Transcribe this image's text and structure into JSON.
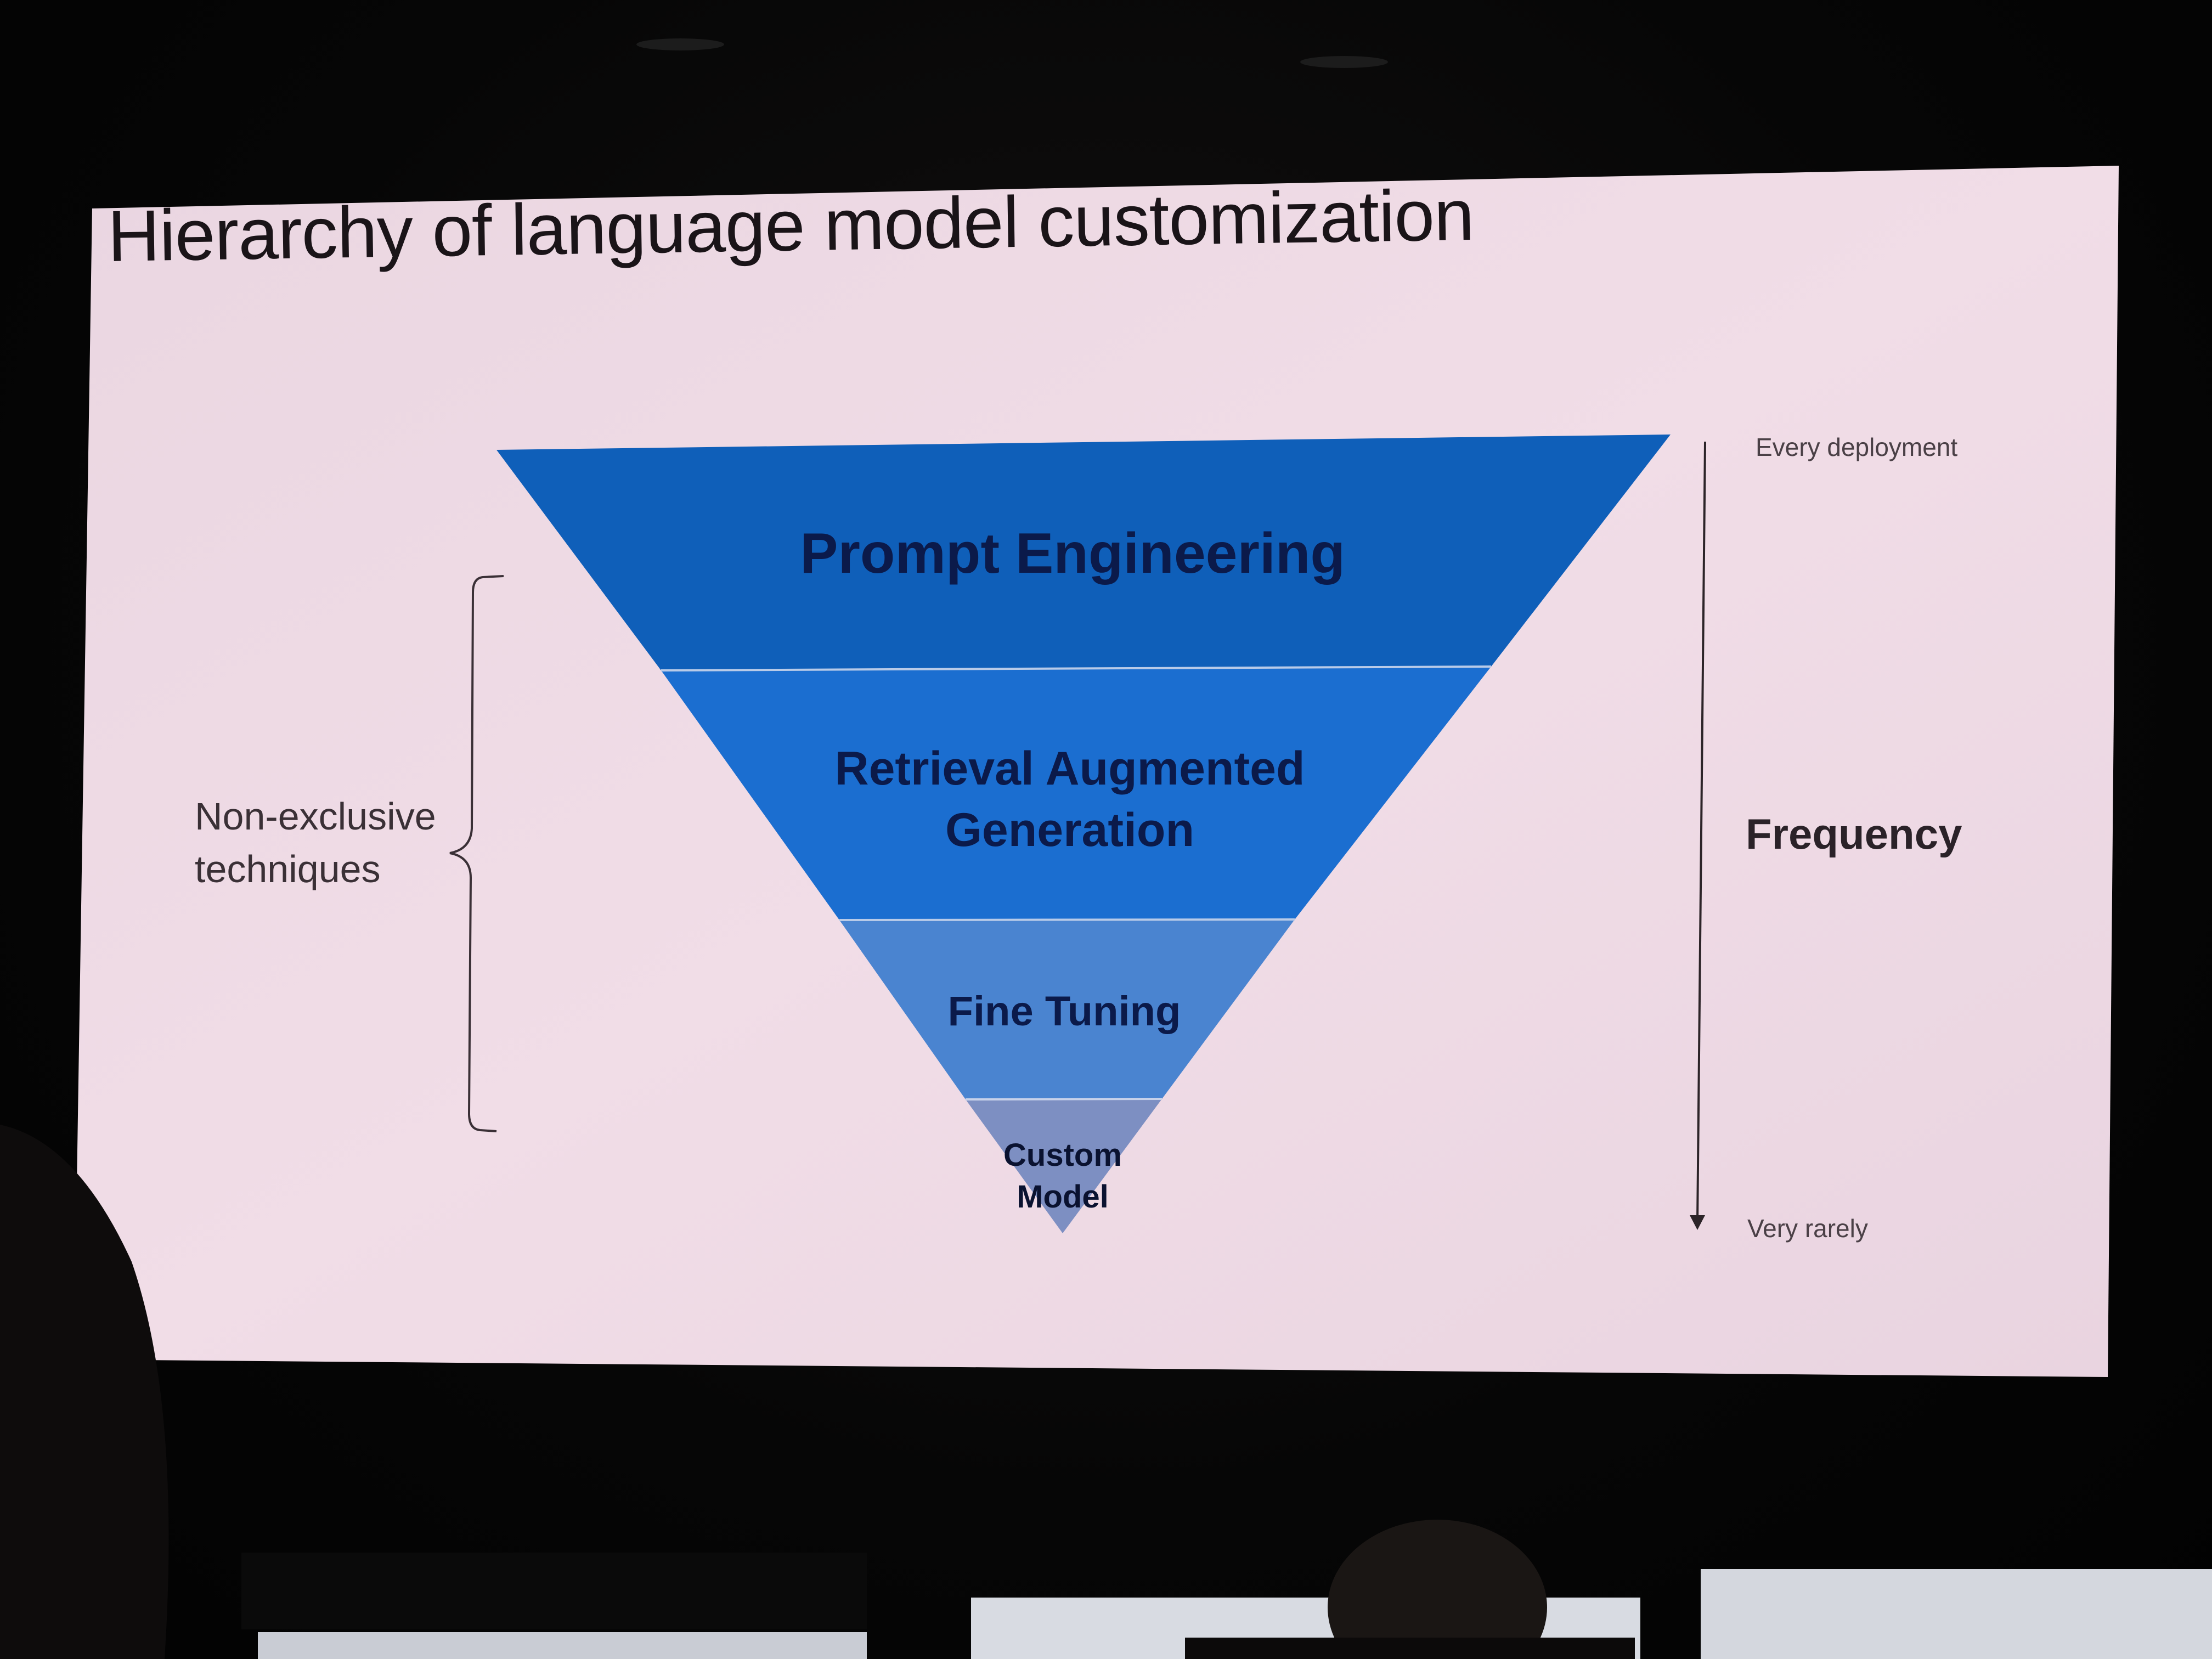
{
  "slide": {
    "title": "Hierarchy of language model customization",
    "left_label": "Non-exclusive techniques",
    "right_top": "Every deployment",
    "right_mid": "Frequency",
    "right_bottom": "Very rarely"
  },
  "tiers": [
    {
      "label": "Prompt Engineering",
      "color": "#0f5fb9"
    },
    {
      "label": "Retrieval Augmented Generation",
      "color": "#1b6ed0"
    },
    {
      "label": "Fine Tuning",
      "color": "#4a84d0"
    },
    {
      "label": "Custom Model",
      "color": "#7d8fc2"
    }
  ],
  "colors": {
    "slide_bg": "#ecd9e4",
    "room_bg": "#050505"
  }
}
